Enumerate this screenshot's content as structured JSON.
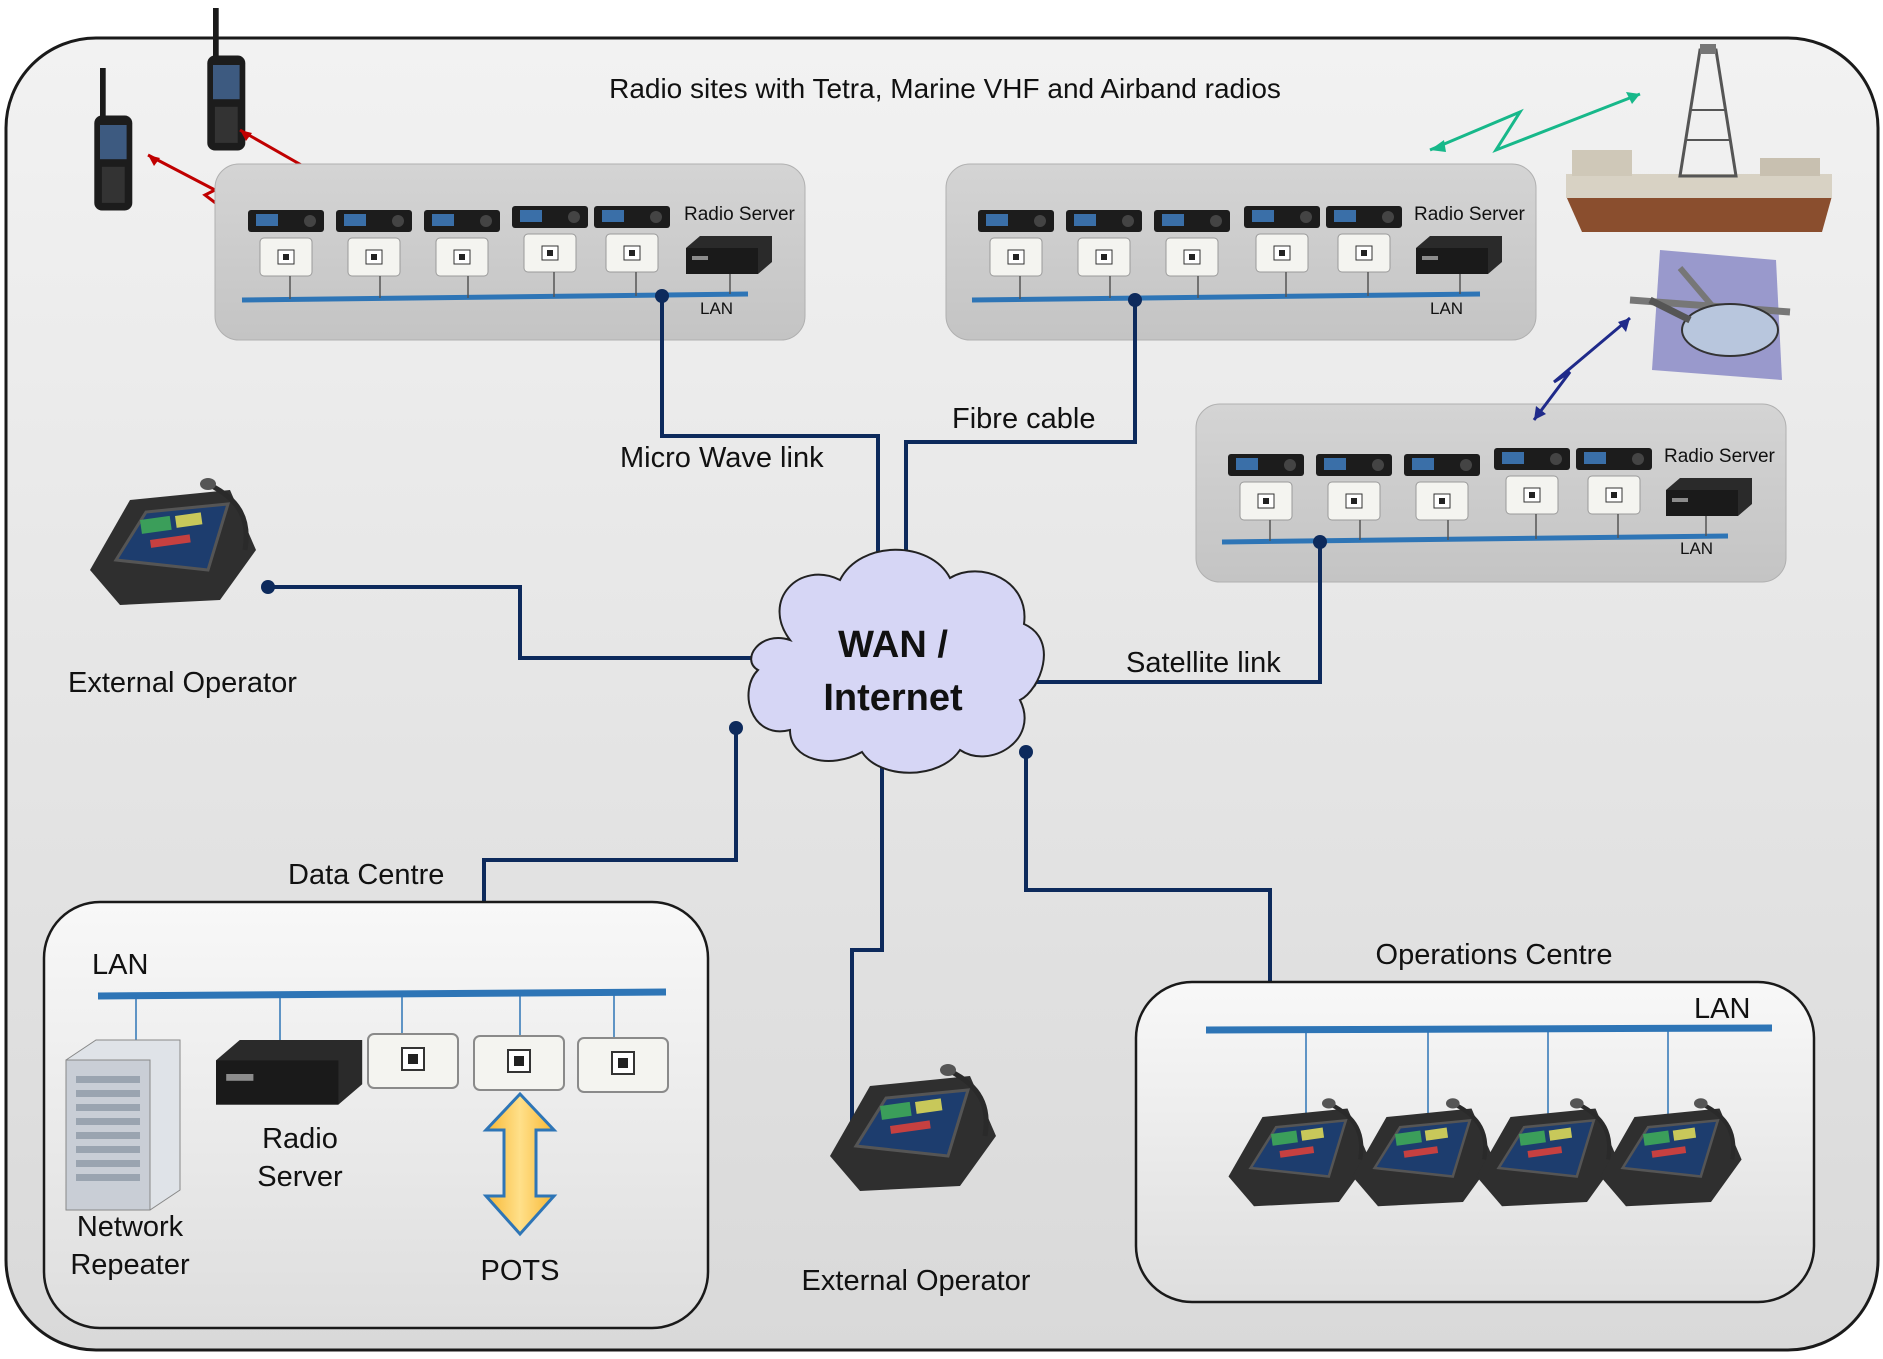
{
  "header": {
    "title": "Radio sites with Tetra, Marine VHF and Airband radios"
  },
  "radio_sites": [
    {
      "server_label": "Radio Server",
      "lan_label": "LAN"
    },
    {
      "server_label": "Radio Server",
      "lan_label": "LAN"
    },
    {
      "server_label": "Radio Server",
      "lan_label": "LAN"
    }
  ],
  "links": {
    "microwave": "Micro Wave link",
    "fibre": "Fibre cable",
    "satellite": "Satellite link"
  },
  "cloud": {
    "line1": "WAN /",
    "line2": "Internet"
  },
  "external_operator_left": "External Operator",
  "external_operator_bottom": "External Operator",
  "data_centre": {
    "title": "Data Centre",
    "lan_label": "LAN",
    "network_repeater_line1": "Network",
    "network_repeater_line2": "Repeater",
    "radio_server_line1": "Radio",
    "radio_server_line2": "Server",
    "pots_label": "POTS"
  },
  "operations_centre": {
    "title": "Operations Centre",
    "lan_label": "LAN"
  },
  "colors": {
    "link": "#0d2a5c",
    "lan": "#2e75b6",
    "frame_border": "#1a1a1a",
    "cloud_fill": "#d6d6f5"
  }
}
